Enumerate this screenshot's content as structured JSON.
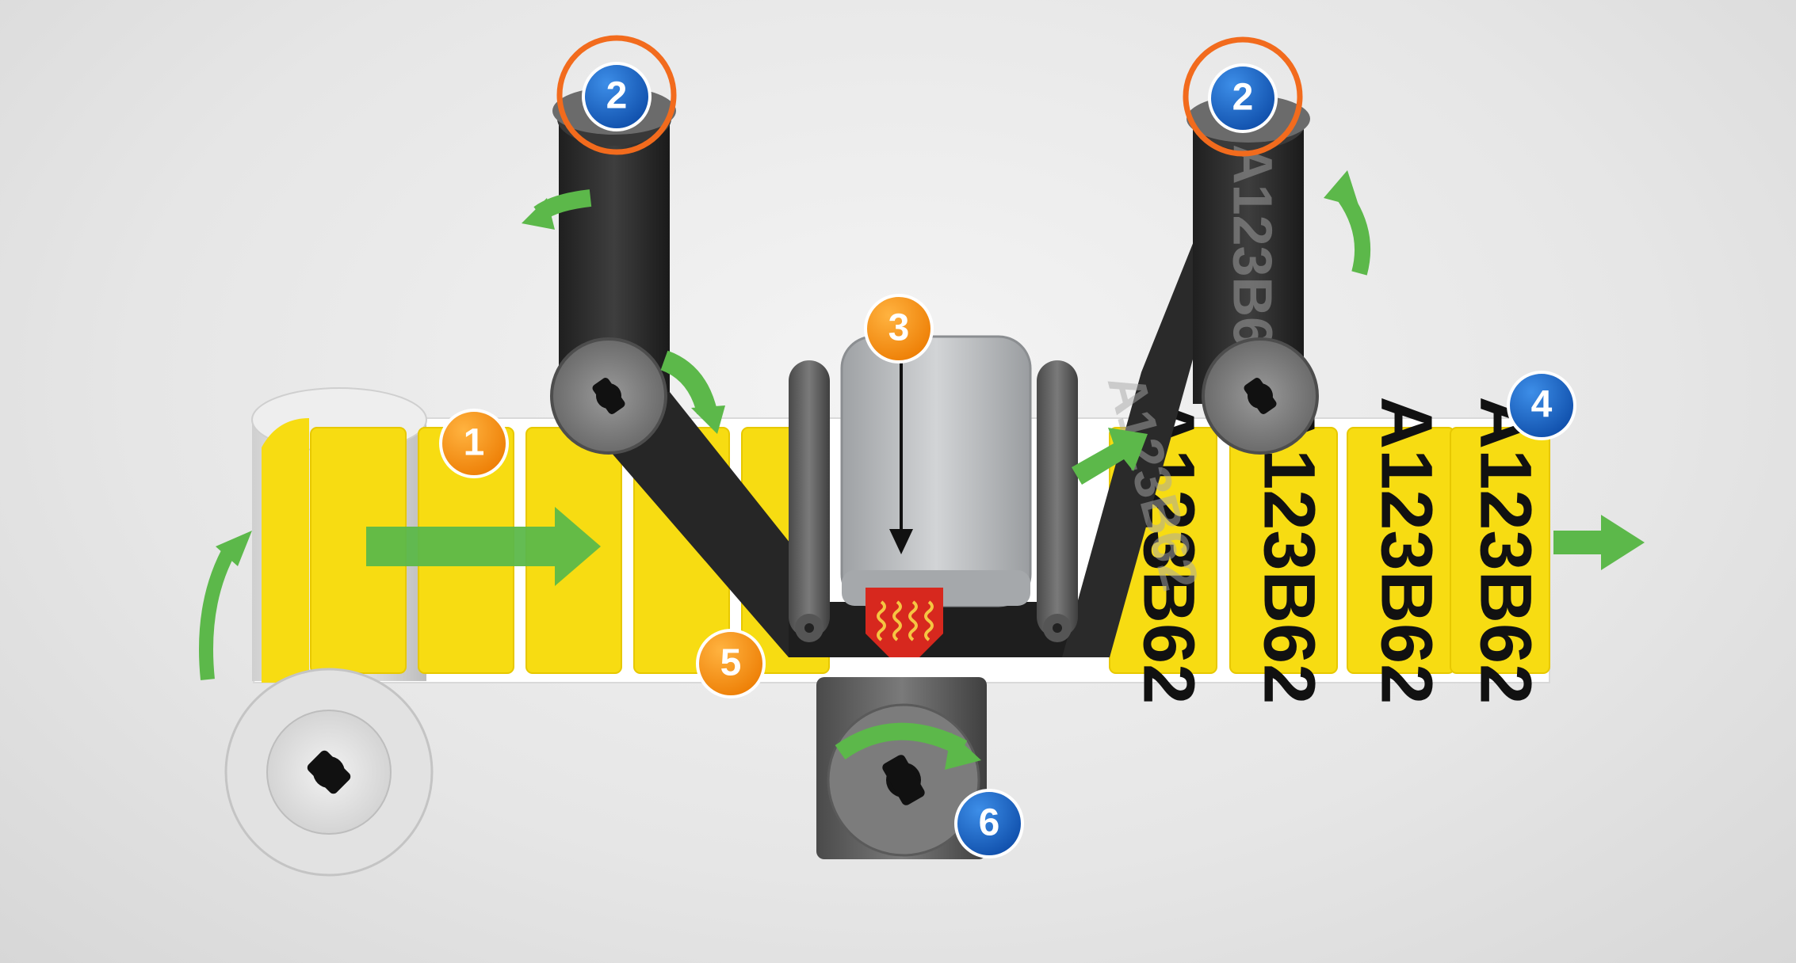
{
  "label_code": "A123B62",
  "callouts": [
    {
      "number": "1",
      "color": "#f39200"
    },
    {
      "number": "2",
      "color": "#1565c0"
    },
    {
      "number": "2",
      "color": "#1565c0"
    },
    {
      "number": "3",
      "color": "#f39200"
    },
    {
      "number": "4",
      "color": "#1565c0"
    },
    {
      "number": "5",
      "color": "#f39200"
    },
    {
      "number": "6",
      "color": "#1565c0"
    }
  ],
  "colors": {
    "label_yellow": "#f7dc12",
    "ribbon_black": "#2b2b2b",
    "arrow_green": "#5cb84a",
    "highlight_ring": "#f26b1d",
    "heater_red": "#d7281e",
    "printhead_gray": "#b9bcbf"
  },
  "icons": [
    "flow-arrow-icon",
    "rotation-arrow-icon",
    "heating-element-icon",
    "press-arrow-icon"
  ]
}
